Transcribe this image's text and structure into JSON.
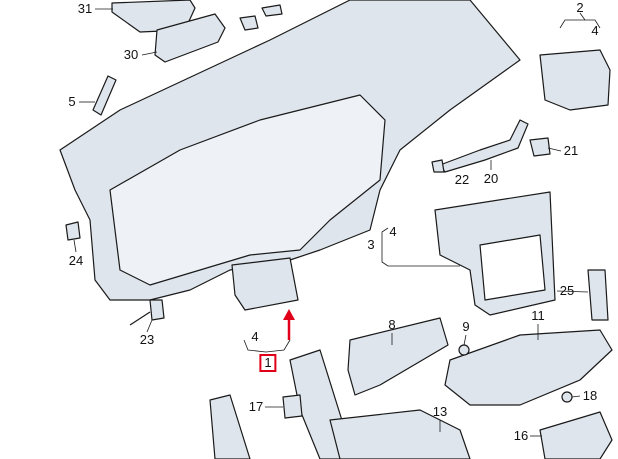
{
  "diagram": {
    "highlight_color": "#e0001a",
    "part_fill": "#dfe5ec",
    "part_stroke": "#1a1a1a",
    "highlighted_callout": "1",
    "callouts": {
      "c31": "31",
      "c30": "30",
      "c5": "5",
      "c2": "2",
      "c4a": "4",
      "c21": "21",
      "c20": "20",
      "c22": "22",
      "c3": "3",
      "c4b": "4",
      "c24": "24",
      "c25": "25",
      "c23": "23",
      "c4c": "4",
      "c1": "1",
      "c9": "9",
      "c8": "8",
      "c11": "11",
      "c17": "17",
      "c18": "18",
      "c13": "13",
      "c16": "16"
    }
  }
}
